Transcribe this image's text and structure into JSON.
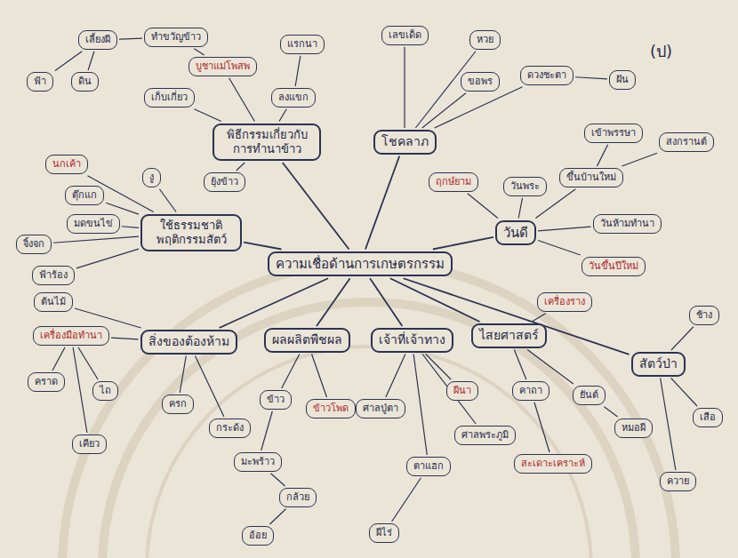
{
  "diagram": {
    "nodes": [
      {
        "text": [
          "ความเชื่อด้านการเกษตรกรรม"
        ]
      },
      {
        "text": [
          "พิธีกรรมเกี่ยวกับการทำนาข้าว"
        ]
      },
      {
        "text": [
          "โชคลาภ"
        ]
      },
      {
        "text": [
          "ใช้ธรรมชาติ พฤติกรรมสัตว์"
        ]
      },
      {
        "text": [
          "วันดี"
        ]
      },
      {
        "text": [
          "สิ่งของต้องห้าม"
        ]
      },
      {
        "text": [
          "ผลผลิตพืชผล"
        ]
      },
      {
        "text": [
          "เจ้าที่เจ้าทาง"
        ]
      },
      {
        "text": [
          "ไสยศาสตร์"
        ]
      },
      {
        "text": [
          "สัตว์ป่า"
        ]
      },
      {
        "text": [
          "บูชาแม่โพสพ"
        ]
      },
      {
        "text": [
          "ทำขวัญข้าว"
        ]
      },
      {
        "text": [
          "แรกนา"
        ]
      },
      {
        "text": [
          "เลี้ยงผี"
        ]
      },
      {
        "text": [
          "ฟ้า"
        ]
      },
      {
        "text": [
          "ดิน"
        ]
      },
      {
        "text": [
          "เก็บเกี่ยว"
        ]
      },
      {
        "text": [
          "ลงแขก"
        ]
      },
      {
        "text": [
          "ยุ้งข้าว"
        ]
      },
      {
        "text": [
          "เลขเด็ด"
        ]
      },
      {
        "text": [
          "หวย"
        ]
      },
      {
        "text": [
          "ขอพร"
        ]
      },
      {
        "text": [
          "ดวงชะตา"
        ]
      },
      {
        "text": [
          "ฝัน"
        ]
      },
      {
        "text": [
          "นกเค้า"
        ]
      },
      {
        "text": [
          "ตุ๊กแก"
        ]
      },
      {
        "text": [
          "มดขนไข่"
        ]
      },
      {
        "text": [
          "จิ้งจก"
        ]
      },
      {
        "text": [
          "งู"
        ]
      },
      {
        "text": [
          "ฟ้าร้อง"
        ]
      },
      {
        "text": [
          "ฤกษ์ยาม"
        ]
      },
      {
        "text": [
          "วันพระ"
        ]
      },
      {
        "text": [
          "ขึ้นบ้านใหม่"
        ]
      },
      {
        "text": [
          "วันห้ามทำนา"
        ]
      },
      {
        "text": [
          "วันขึ้นปีใหม่"
        ]
      },
      {
        "text": [
          "สงกรานต์"
        ]
      },
      {
        "text": [
          "เข้าพรรษา"
        ]
      },
      {
        "text": [
          "ต้นไม้"
        ]
      },
      {
        "text": [
          "เครื่องมือทำนา"
        ]
      },
      {
        "text": [
          "คราด"
        ]
      },
      {
        "text": [
          "ไถ"
        ]
      },
      {
        "text": [
          "เคียว"
        ]
      },
      {
        "text": [
          "ครก"
        ]
      },
      {
        "text": [
          "กระด้ง"
        ]
      },
      {
        "text": [
          "ข้าว"
        ]
      },
      {
        "text": [
          "ข้าวโพด"
        ]
      },
      {
        "text": [
          "มะพร้าว"
        ]
      },
      {
        "text": [
          "กล้วย"
        ]
      },
      {
        "text": [
          "อ้อย"
        ]
      },
      {
        "text": [
          "ศาลปู่ตา"
        ]
      },
      {
        "text": [
          "ผีนา"
        ]
      },
      {
        "text": [
          "ตาแฮก"
        ]
      },
      {
        "text": [
          "ศาลพระภูมิ"
        ]
      },
      {
        "text": [
          "ผีไร่"
        ]
      },
      {
        "text": [
          "เครื่องราง"
        ]
      },
      {
        "text": [
          "คาถา"
        ]
      },
      {
        "text": [
          "ยันต์"
        ]
      },
      {
        "text": [
          "หมอผี"
        ]
      },
      {
        "text": [
          "สะเดาะเคราะห์"
        ]
      },
      {
        "text": [
          "ช้าง"
        ]
      },
      {
        "text": [
          "เสือ"
        ]
      },
      {
        "text": [
          "ควาย"
        ]
      }
    ],
    "edges": [
      {
        "from": 0,
        "to": 1,
        "arrow": "none"
      },
      {
        "from": 0,
        "to": 2,
        "arrow": "none"
      },
      {
        "from": 0,
        "to": 3,
        "arrow": "none"
      },
      {
        "from": 0,
        "to": 4,
        "arrow": "none"
      },
      {
        "from": 0,
        "to": 5,
        "arrow": "none"
      },
      {
        "from": 0,
        "to": 6,
        "arrow": "none"
      },
      {
        "from": 0,
        "to": 7,
        "arrow": "none"
      },
      {
        "from": 0,
        "to": 8,
        "arrow": "none"
      },
      {
        "from": 0,
        "to": 9,
        "arrow": "none"
      },
      {
        "from": 1,
        "to": 10,
        "arrow": "none"
      },
      {
        "from": 10,
        "to": 11,
        "arrow": "none"
      },
      {
        "from": 17,
        "to": 12,
        "arrow": "none"
      },
      {
        "from": 11,
        "to": 13,
        "arrow": "none"
      },
      {
        "from": 13,
        "to": 14,
        "arrow": "none"
      },
      {
        "from": 13,
        "to": 15,
        "arrow": "none"
      },
      {
        "from": 1,
        "to": 16,
        "arrow": "none"
      },
      {
        "from": 1,
        "to": 17,
        "arrow": "none"
      },
      {
        "from": 1,
        "to": 18,
        "arrow": "none"
      },
      {
        "from": 2,
        "to": 19,
        "arrow": "none"
      },
      {
        "from": 2,
        "to": 20,
        "arrow": "none"
      },
      {
        "from": 2,
        "to": 21,
        "arrow": "none"
      },
      {
        "from": 2,
        "to": 22,
        "arrow": "none"
      },
      {
        "from": 22,
        "to": 23,
        "arrow": "none"
      },
      {
        "from": 3,
        "to": 24,
        "arrow": "none"
      },
      {
        "from": 3,
        "to": 25,
        "arrow": "none"
      },
      {
        "from": 3,
        "to": 26,
        "arrow": "none"
      },
      {
        "from": 3,
        "to": 27,
        "arrow": "none"
      },
      {
        "from": 3,
        "to": 28,
        "arrow": "none"
      },
      {
        "from": 3,
        "to": 29,
        "arrow": "none"
      },
      {
        "from": 4,
        "to": 30,
        "arrow": "none"
      },
      {
        "from": 4,
        "to": 31,
        "arrow": "none"
      },
      {
        "from": 4,
        "to": 32,
        "arrow": "none"
      },
      {
        "from": 4,
        "to": 33,
        "arrow": "none"
      },
      {
        "from": 4,
        "to": 34,
        "arrow": "none"
      },
      {
        "from": 32,
        "to": 35,
        "arrow": "none"
      },
      {
        "from": 32,
        "to": 36,
        "arrow": "none"
      },
      {
        "from": 5,
        "to": 37,
        "arrow": "none"
      },
      {
        "from": 5,
        "to": 38,
        "arrow": "none"
      },
      {
        "from": 38,
        "to": 39,
        "arrow": "none"
      },
      {
        "from": 38,
        "to": 40,
        "arrow": "none"
      },
      {
        "from": 38,
        "to": 41,
        "arrow": "none"
      },
      {
        "from": 5,
        "to": 42,
        "arrow": "none"
      },
      {
        "from": 5,
        "to": 43,
        "arrow": "none"
      },
      {
        "from": 6,
        "to": 44,
        "arrow": "none"
      },
      {
        "from": 6,
        "to": 45,
        "arrow": "none"
      },
      {
        "from": 44,
        "to": 46,
        "arrow": "none"
      },
      {
        "from": 46,
        "to": 47,
        "arrow": "none"
      },
      {
        "from": 47,
        "to": 48,
        "arrow": "none"
      },
      {
        "from": 7,
        "to": 49,
        "arrow": "none"
      },
      {
        "from": 7,
        "to": 50,
        "arrow": "none"
      },
      {
        "from": 7,
        "to": 51,
        "arrow": "none"
      },
      {
        "from": 7,
        "to": 52,
        "arrow": "none"
      },
      {
        "from": 51,
        "to": 53,
        "arrow": "none"
      },
      {
        "from": 8,
        "to": 54,
        "arrow": "none"
      },
      {
        "from": 8,
        "to": 55,
        "arrow": "none"
      },
      {
        "from": 8,
        "to": 56,
        "arrow": "none"
      },
      {
        "from": 56,
        "to": 57,
        "arrow": "none"
      },
      {
        "from": 55,
        "to": 58,
        "arrow": "none"
      },
      {
        "from": 9,
        "to": 59,
        "arrow": "none"
      },
      {
        "from": 9,
        "to": 60,
        "arrow": "none"
      },
      {
        "from": 9,
        "to": 61,
        "arrow": "none"
      }
    ],
    "labels": [
      "(ป)"
    ]
  }
}
